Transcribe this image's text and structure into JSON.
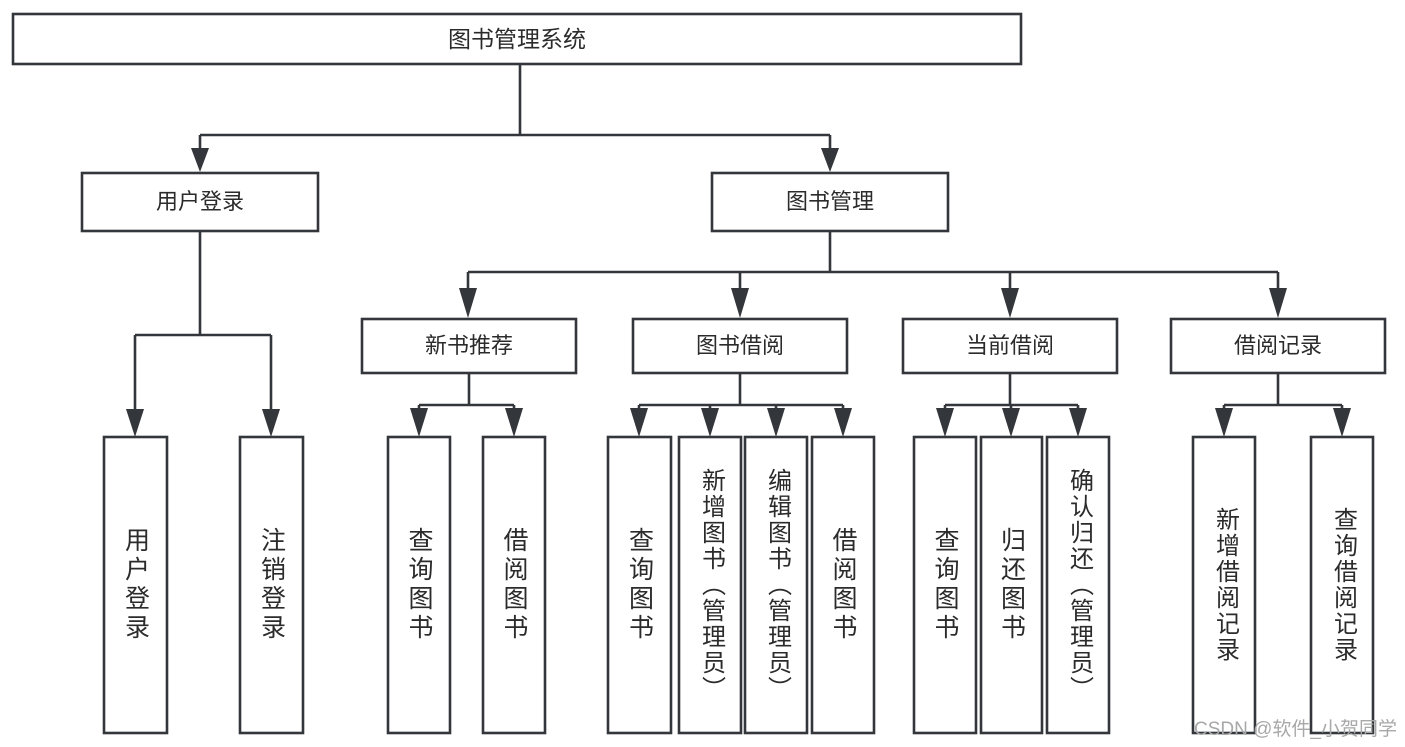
{
  "diagram": {
    "type": "hierarchy-tree",
    "title": "图书管理系统",
    "root": {
      "id": "root",
      "label": "图书管理系统",
      "orientation": "horizontal"
    },
    "level2": [
      {
        "id": "user-login",
        "label": "用户登录",
        "orientation": "horizontal"
      },
      {
        "id": "book-management",
        "label": "图书管理",
        "orientation": "horizontal"
      }
    ],
    "level3": [
      {
        "id": "new-book-recommend",
        "label": "新书推荐",
        "orientation": "horizontal",
        "parent": "book-management"
      },
      {
        "id": "book-borrow",
        "label": "图书借阅",
        "orientation": "horizontal",
        "parent": "book-management"
      },
      {
        "id": "current-borrow",
        "label": "当前借阅",
        "orientation": "horizontal",
        "parent": "book-management"
      },
      {
        "id": "borrow-record",
        "label": "借阅记录",
        "orientation": "horizontal",
        "parent": "book-management"
      }
    ],
    "leaves": [
      {
        "id": "leaf-user-login",
        "label": "用户登录",
        "parent": "user-login",
        "orientation": "vertical"
      },
      {
        "id": "leaf-user-logout",
        "label": "注销登录",
        "parent": "user-login",
        "orientation": "vertical"
      },
      {
        "id": "leaf-query-book-1",
        "label": "查询图书",
        "parent": "new-book-recommend",
        "orientation": "vertical"
      },
      {
        "id": "leaf-borrow-book-1",
        "label": "借阅图书",
        "parent": "new-book-recommend",
        "orientation": "vertical"
      },
      {
        "id": "leaf-query-book-2",
        "label": "查询图书",
        "parent": "book-borrow",
        "orientation": "vertical"
      },
      {
        "id": "leaf-add-book",
        "label": "新增图书（管理员）",
        "parent": "book-borrow",
        "orientation": "vertical"
      },
      {
        "id": "leaf-edit-book",
        "label": "编辑图书（管理员）",
        "parent": "book-borrow",
        "orientation": "vertical"
      },
      {
        "id": "leaf-borrow-book-2",
        "label": "借阅图书",
        "parent": "book-borrow",
        "orientation": "vertical"
      },
      {
        "id": "leaf-query-book-3",
        "label": "查询图书",
        "parent": "current-borrow",
        "orientation": "vertical"
      },
      {
        "id": "leaf-return-book",
        "label": "归还图书",
        "parent": "current-borrow",
        "orientation": "vertical"
      },
      {
        "id": "leaf-confirm-return",
        "label": "确认归还（管理员）",
        "parent": "current-borrow",
        "orientation": "vertical"
      },
      {
        "id": "leaf-add-record",
        "label": "新增借阅记录",
        "parent": "borrow-record",
        "orientation": "vertical"
      },
      {
        "id": "leaf-query-record",
        "label": "查询借阅记录",
        "parent": "borrow-record",
        "orientation": "vertical"
      }
    ],
    "colors": {
      "stroke": "#33363a",
      "fill": "#ffffff",
      "text": "#2b2b2b",
      "watermark": "#a8a8a8",
      "background": "#ffffff"
    }
  },
  "watermark": {
    "text": "CSDN @软件_小贺同学"
  }
}
